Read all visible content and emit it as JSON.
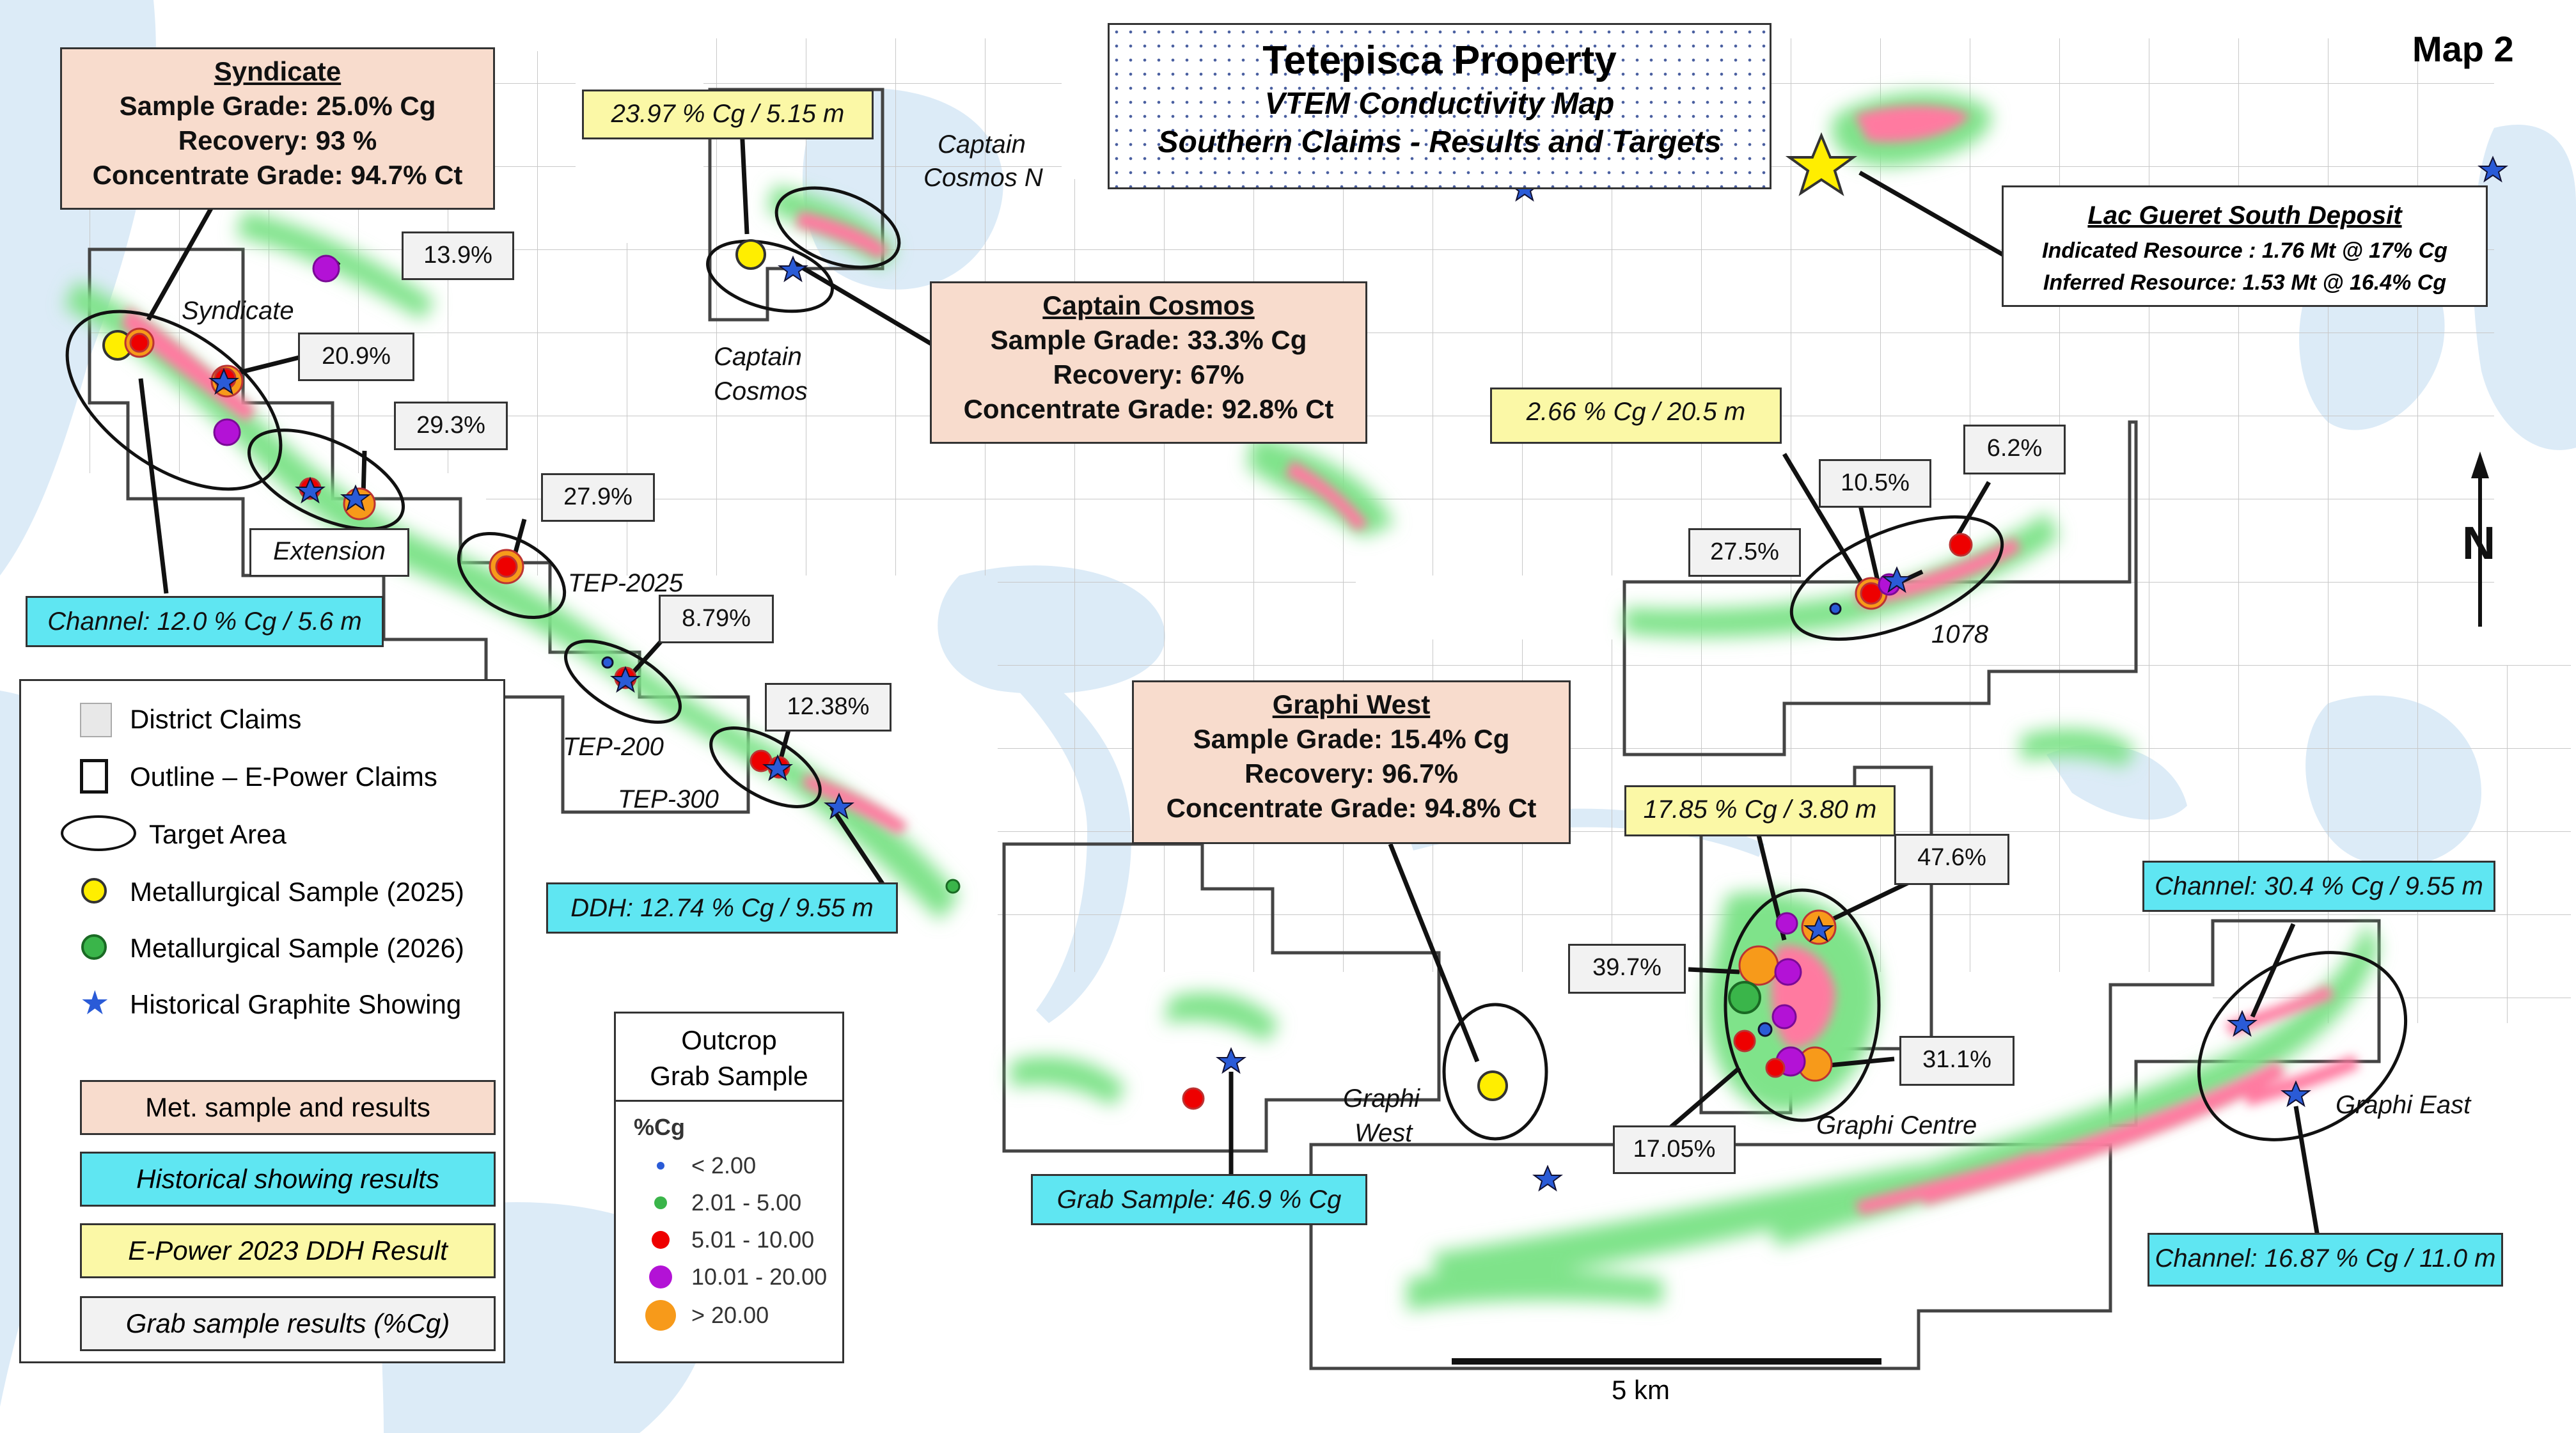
{
  "map_id": "Map 2",
  "title": {
    "main": "Tetepisca Property",
    "line2": "VTEM Conductivity Map",
    "line3": "Southern Claims - Results and Targets"
  },
  "lac_gueret": {
    "title": "Lac Gueret South Deposit",
    "indicated": "Indicated Resource : 1.76 Mt @ 17% Cg",
    "inferred": "Inferred Resource: 1.53 Mt @ 16.4% Cg"
  },
  "met_boxes": {
    "syndicate": {
      "title": "Syndicate",
      "l1": "Sample Grade: 25.0% Cg",
      "l2": "Recovery: 93 %",
      "l3": "Concentrate Grade: 94.7% Ct"
    },
    "captain_cosmos": {
      "title": "Captain Cosmos",
      "l1": "Sample Grade: 33.3% Cg",
      "l2": "Recovery: 67%",
      "l3": "Concentrate Grade: 92.8% Ct"
    },
    "graphi_west": {
      "title": "Graphi West",
      "l1": "Sample Grade: 15.4% Cg",
      "l2": "Recovery: 96.7%",
      "l3": "Concentrate Grade: 94.8% Ct"
    }
  },
  "ddh_results": {
    "captain_cosmos": "23.97 % Cg  / 5.15 m",
    "r1078": "2.66 % Cg / 20.5 m",
    "graphi_centre": "17.85 % Cg / 3.80 m"
  },
  "historical_results": {
    "syndicate_channel": "Channel: 12.0 % Cg / 5.6 m",
    "tep300_ddh": "DDH: 12.74 % Cg / 9.55 m",
    "graphi_west_grab": "Grab Sample: 46.9 % Cg",
    "graphi_east_channel1": "Channel: 30.4 % Cg / 9.55 m",
    "graphi_east_channel2": "Channel: 16.87 % Cg / 11.0 m"
  },
  "grab_results": {
    "g13_9": "13.9%",
    "g20_9": "20.9%",
    "g29_3": "29.3%",
    "g27_9": "27.9%",
    "g8_79": "8.79%",
    "g12_38": "12.38%",
    "g10_5": "10.5%",
    "g6_2": "6.2%",
    "g27_5": "27.5%",
    "g47_6": "47.6%",
    "g39_7": "39.7%",
    "g31_1": "31.1%",
    "g17_05": "17.05%"
  },
  "area_labels": {
    "syndicate": "Syndicate",
    "captain_cosmos_n": [
      "Captain",
      "Cosmos N"
    ],
    "captain_cosmos": [
      "Captain",
      "Cosmos"
    ],
    "extension": "Extension",
    "tep2025": "TEP-2025",
    "tep200": "TEP-200",
    "tep300": "TEP-300",
    "r1078": "1078",
    "graphi_west": [
      "Graphi",
      "West"
    ],
    "graphi_centre": "Graphi Centre",
    "graphi_east": "Graphi East"
  },
  "legend": {
    "district_claims": "District Claims",
    "outline_claims": "Outline – E-Power Claims",
    "target_area": "Target Area",
    "met_2025": "Metallurgical Sample (2025)",
    "met_2026": "Metallurgical Sample (2026)",
    "historical_showing": "Historical Graphite Showing",
    "met_results": "Met. sample and results",
    "hist_results": "Historical showing results",
    "ddh_2023": "E-Power 2023 DDH Result",
    "grab_results": "Grab sample results (%Cg)"
  },
  "outcrop_legend": {
    "title1": "Outcrop",
    "title2": "Grab Sample",
    "unit": "%Cg",
    "classes": [
      "< 2.00",
      "2.01 - 5.00",
      "5.01 - 10.00",
      "10.01 - 20.00",
      "> 20.00"
    ]
  },
  "north_label": "N",
  "scale_label": "5 km",
  "colors": {
    "lake": "#dcebf7",
    "conductor_low": "#7fe38a",
    "conductor_high": "#ff7aa0",
    "met_fill": "#f8dccd",
    "hist_fill": "#5fe6f2",
    "ddh_fill": "#fbf8a6",
    "grab_fill": "#f2f2f2",
    "sample_2025": "#ffee00",
    "sample_2026": "#3ab54a",
    "star": "#2a5bd7"
  }
}
